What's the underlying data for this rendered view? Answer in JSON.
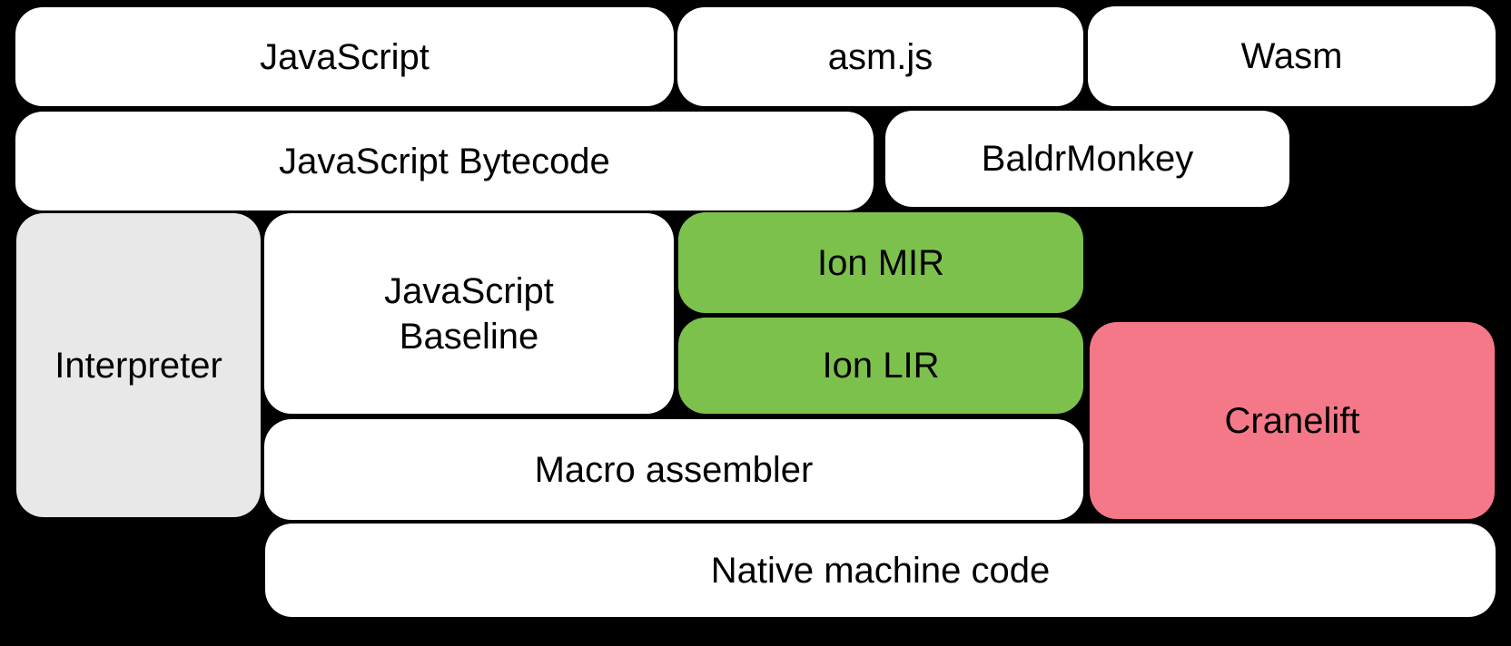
{
  "diagram": {
    "background": "#000000",
    "text_color": "#000000",
    "palette": {
      "white": "#ffffff",
      "gray": "#e8e8e8",
      "green": "#7dc14d",
      "pink": "#f57889"
    },
    "boxes": {
      "javascript": {
        "label": "JavaScript",
        "bg": "#ffffff"
      },
      "asmjs": {
        "label": "asm.js",
        "bg": "#ffffff"
      },
      "wasm": {
        "label": "Wasm",
        "bg": "#ffffff"
      },
      "js_bytecode": {
        "label": "JavaScript Bytecode",
        "bg": "#ffffff"
      },
      "baldrmonkey": {
        "label": "BaldrMonkey",
        "bg": "#ffffff"
      },
      "interpreter": {
        "label": "Interpreter",
        "bg": "#e8e8e8"
      },
      "js_baseline": {
        "label": "JavaScript Baseline",
        "line1": "JavaScript",
        "line2": "Baseline",
        "bg": "#ffffff"
      },
      "ion_mir": {
        "label": "Ion MIR",
        "bg": "#7dc14d"
      },
      "ion_lir": {
        "label": "Ion LIR",
        "bg": "#7dc14d"
      },
      "cranelift": {
        "label": "Cranelift",
        "bg": "#f57889"
      },
      "macro_assembler": {
        "label": "Macro assembler",
        "bg": "#ffffff"
      },
      "native_machine_code": {
        "label": "Native machine code",
        "bg": "#ffffff"
      }
    }
  }
}
